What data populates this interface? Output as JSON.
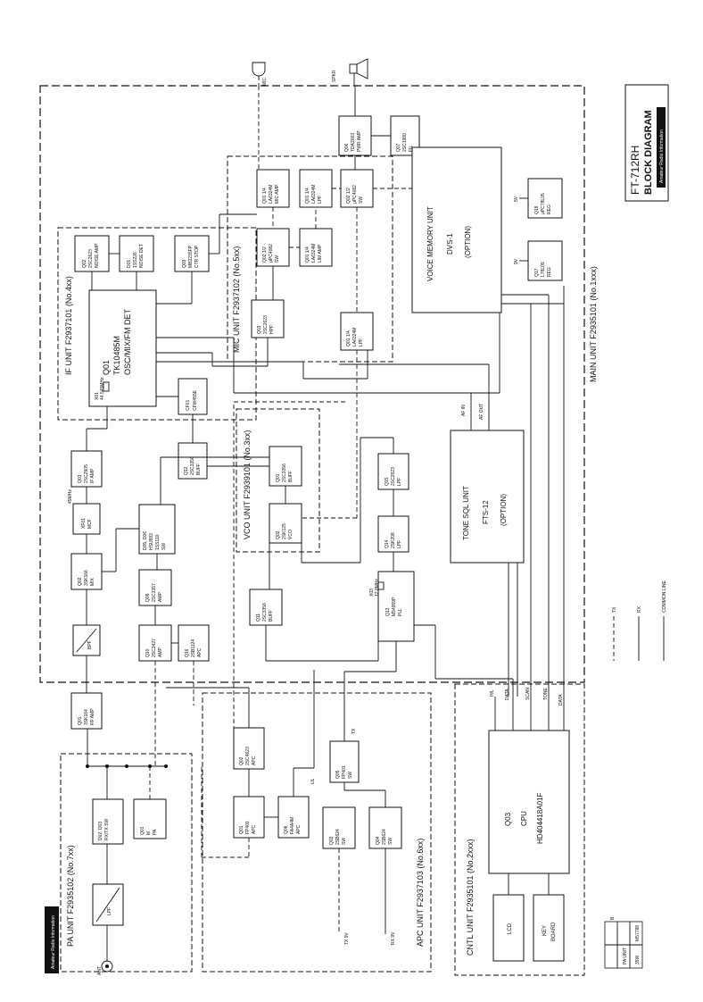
{
  "title": {
    "model": "FT-712RH",
    "subtitle": "BLOCK DIAGRAM",
    "note": "Amateur Radio Information"
  },
  "corner_tag": "Amateur Radio Information",
  "units": {
    "main": "MAIN UNIT F2935101 (No.1xxx)",
    "if": "IF UNIT F2937101 (No.4xx)",
    "mic": "MIC UNIT F2937102 (No.5xx)",
    "vco": "VCO UNIT F2939101 (No.3xx)",
    "apc": "APC UNIT F2937103 (No.6xx)",
    "cntl": "CNTL UNIT F2935101 (No.2xxx)",
    "pa": "PA UNIT F2935102 (No.7xx)"
  },
  "external": {
    "mic": "MIC",
    "spkr": "SPKR",
    "ant": "ANT"
  },
  "blocks": {
    "q01_rf": [
      "Q01",
      "3SK164",
      "RF AMP"
    ],
    "bpf": [
      "BPF"
    ],
    "q02_mix": [
      "Q02",
      "3SK166",
      "MIX"
    ],
    "xf01": [
      "XF01",
      "MCF"
    ],
    "xf01_freq": "45MHz",
    "q03_if": [
      "Q03",
      "2SC2905",
      "IF AMP"
    ],
    "if_q01": [
      "Q01",
      "TK10485M",
      "OSC/MIX/FM DET"
    ],
    "if_x01": [
      "X01",
      "44.545MHz"
    ],
    "cf01": [
      "CF01",
      "CFW455E"
    ],
    "if_q02": [
      "Q02",
      "2SC2623",
      "NOISE AMP"
    ],
    "if_d01": [
      "D01",
      "1SS226",
      "NOISE DET"
    ],
    "if_q03": [
      "Q03",
      "MB2235FP",
      "CTR STOP"
    ],
    "q12": [
      "Q12",
      "2SC3356",
      "BUFF"
    ],
    "d05": [
      "D05, D06",
      "HSU883",
      "1SS110",
      "SW"
    ],
    "q09": [
      "Q09",
      "2SC3357",
      "AMP"
    ],
    "q10": [
      "Q10",
      "2SC3427",
      "AMP"
    ],
    "q16": [
      "Q16",
      "2SB1124",
      "APC"
    ],
    "q11": [
      "Q11",
      "2SC3356",
      "BUFF"
    ],
    "q13": [
      "Q13",
      "M54959P",
      "PLL"
    ],
    "x03": [
      "X03",
      "12.8MHz"
    ],
    "q14": [
      "Q14",
      "2SK208",
      "LPF"
    ],
    "q15": [
      "Q15",
      "2SC2623",
      "LPF"
    ],
    "vco_q01": [
      "Q01",
      "2SC3356",
      "BUFF"
    ],
    "vco_q02": [
      "Q02",
      "2SK125",
      "VCO"
    ],
    "mic_q01a": [
      "Q01 1/4",
      "LA6324M",
      "MIC AMP"
    ],
    "mic_q02a": [
      "Q02 1/2",
      "μPC4082",
      "SW"
    ],
    "mic_q03": [
      "Q03",
      "2SC2623",
      "HPF"
    ],
    "mic_q01b": [
      "Q01 1/4",
      "LA6324M",
      "LIM AMP"
    ],
    "mic_q01c": [
      "Q01 1/4",
      "LA6324M",
      "LPF"
    ],
    "mic_q02b": [
      "Q02 1/2",
      "μPC4082",
      "SW"
    ],
    "main_q01": [
      "Q01 1/4",
      "LA6324M",
      "LPF"
    ],
    "main_q06": [
      "Q06",
      "TDA2003",
      "PWR AMP"
    ],
    "main_q07": [
      "Q07",
      "2SC1980",
      "FIL"
    ],
    "main_q18": [
      "Q18",
      "μPC78L05",
      "REG"
    ],
    "main_q17": [
      "Q17",
      "L78L09",
      "REG"
    ],
    "reg_5v": "5V",
    "reg_9v": "9V",
    "apc_q01": [
      "Q01",
      "FP401",
      "APC"
    ],
    "apc_q02": [
      "Q02",
      "2SC4623",
      "APC"
    ],
    "apc_q06": [
      "Q06",
      "FA4A4M",
      "APC"
    ],
    "apc_q05": [
      "Q05",
      "FP401",
      "SW"
    ],
    "apc_q03": [
      "Q03",
      "2SB624",
      "SW"
    ],
    "apc_q04": [
      "Q04",
      "2SB624",
      "SW"
    ],
    "apc_tx": "TX",
    "apc_ul": "UL",
    "tx9v": "TX 9V",
    "rx9v": "RX 9V",
    "pa_q01": [
      "Q01",
      "M",
      "PA"
    ],
    "pa_d02": [
      "D02, D03",
      "RX/TX SW"
    ],
    "lpf": [
      "LPF"
    ],
    "cpu_q03": [
      "Q03",
      "CPU",
      "HD404418A01F"
    ],
    "lcd": [
      "LCD"
    ],
    "keyboard": [
      "KEY",
      "BOARD"
    ],
    "voice": [
      "VOICE MEMORY UNIT",
      "DVS-1",
      "(OPTION)"
    ],
    "tone": [
      "TONE SQL UNIT",
      "FTS-12",
      "(OPTION)"
    ]
  },
  "signals": {
    "af_in": "AF IN",
    "af_out": "AF OUT",
    "hl": "H/L",
    "data": "DATA",
    "scan": "SCAN",
    "tone": "TONE",
    "data2": "DATA"
  },
  "legend": {
    "tx": "TX",
    "rx": "RX",
    "common": "COMMON LINE"
  },
  "table": {
    "header": [
      "B",
      "PA UNIT"
    ],
    "row": [
      "35W",
      "M57788"
    ]
  }
}
